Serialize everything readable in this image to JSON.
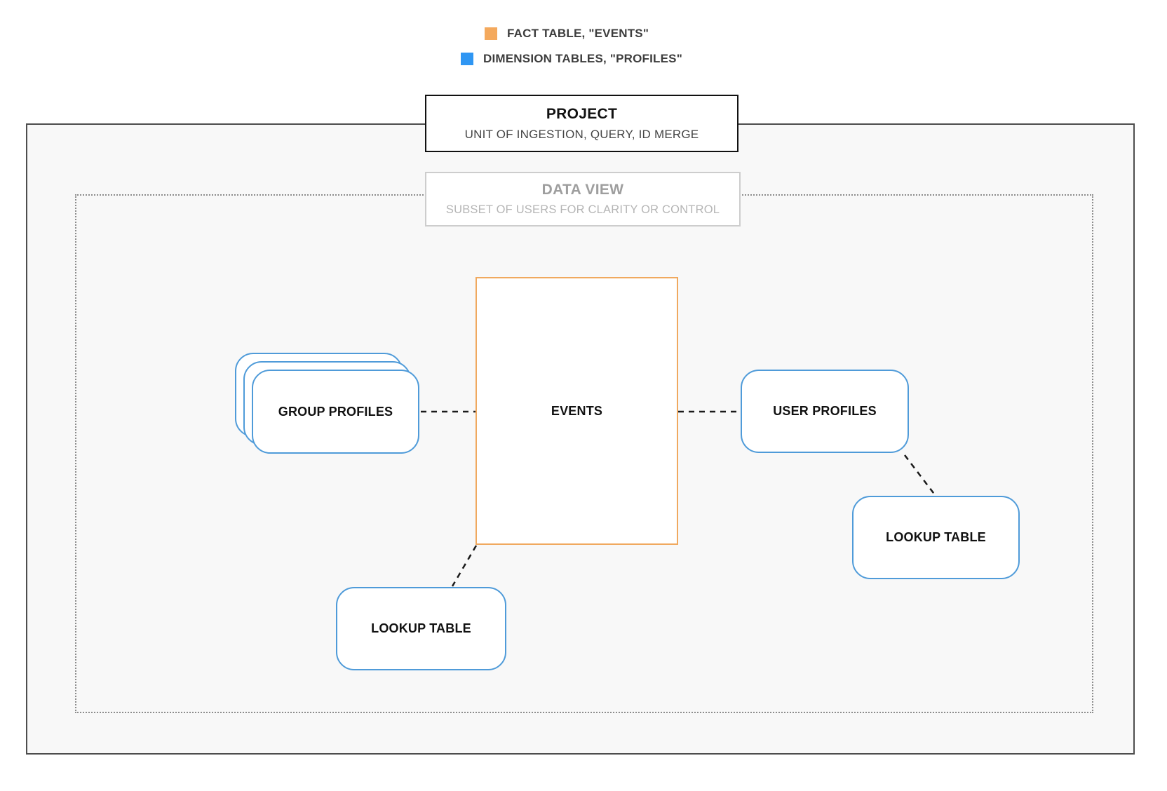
{
  "legend": {
    "items": [
      {
        "icon": "fact-swatch-icon",
        "label": "FACT TABLE, \"EVENTS\""
      },
      {
        "icon": "dimension-swatch-icon",
        "label": "DIMENSION TABLES, \"PROFILES\""
      }
    ]
  },
  "project": {
    "title": "PROJECT",
    "subtitle": "UNIT OF INGESTION, QUERY, ID MERGE"
  },
  "data_view": {
    "title": "DATA VIEW",
    "subtitle": "SUBSET OF USERS FOR CLARITY OR CONTROL"
  },
  "nodes": {
    "events": {
      "label": "EVENTS",
      "type": "fact"
    },
    "group_profiles": {
      "label": "GROUP PROFILES",
      "type": "dimension"
    },
    "user_profiles": {
      "label": "USER PROFILES",
      "type": "dimension"
    },
    "lookup_table_right": {
      "label": "LOOKUP TABLE",
      "type": "dimension"
    },
    "lookup_table_bottom": {
      "label": "LOOKUP TABLE",
      "type": "dimension"
    }
  },
  "connections": [
    {
      "from": "group_profiles",
      "to": "events",
      "style": "dashed"
    },
    {
      "from": "events",
      "to": "user_profiles",
      "style": "dashed"
    },
    {
      "from": "user_profiles",
      "to": "lookup_table_right",
      "style": "dashed"
    },
    {
      "from": "events",
      "to": "lookup_table_bottom",
      "style": "dashed"
    }
  ],
  "colors": {
    "fact": "#f4a95d",
    "fact_border": "#f0a95f",
    "dimension": "#2f96f3",
    "dimension_border": "#4f9bd9",
    "ink": "#111111",
    "text_dark": "#3d3d3d",
    "subtitle_dark": "#454545",
    "muted_title": "#9e9e9e",
    "muted_sub": "#b5b5b5",
    "outer_border": "#4d4d4d",
    "dotted_border": "#8c8c8c",
    "view_border": "#cdcdcd",
    "panel_bg": "#f8f8f8",
    "connector": "#1a1a1a"
  }
}
